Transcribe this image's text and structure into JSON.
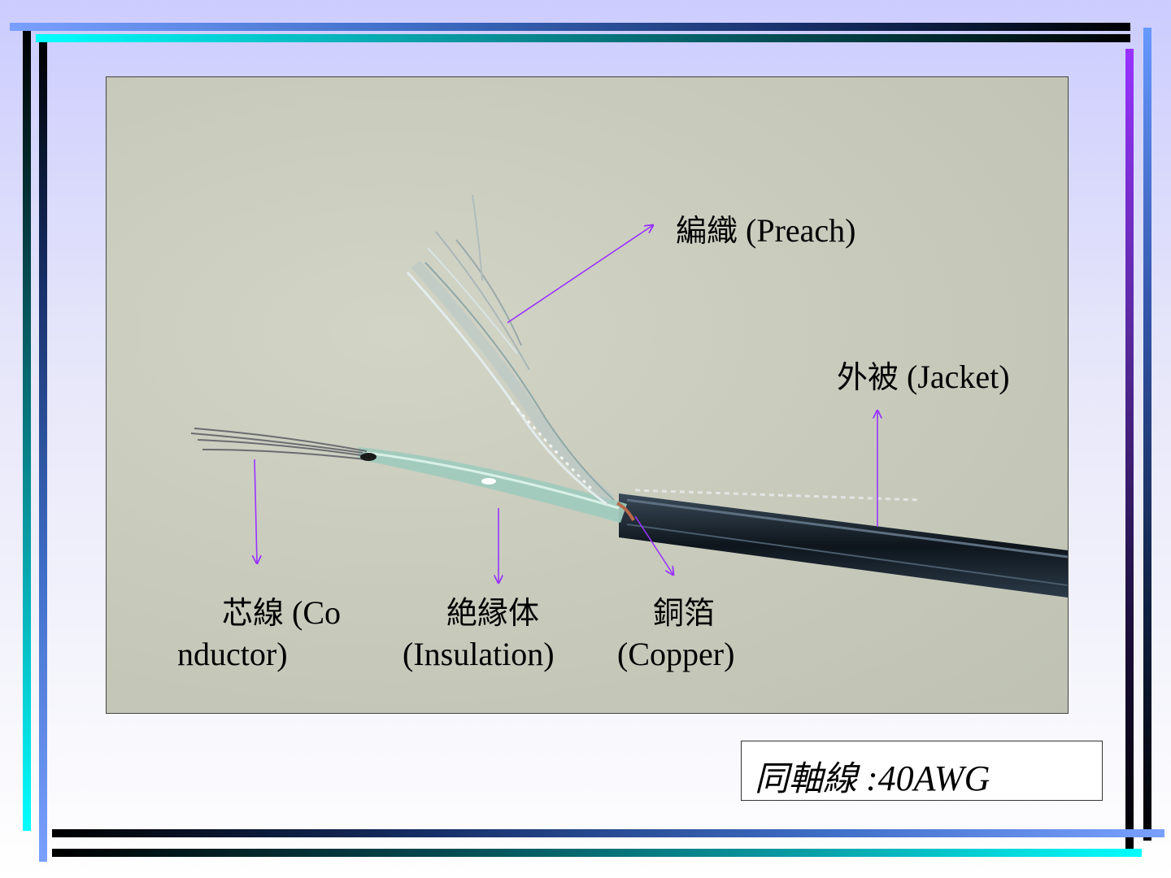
{
  "slide": {
    "labels": {
      "braid_cjk": "編織",
      "braid_en": "(Preach)",
      "jacket_cjk": "外被",
      "jacket_en": "(Jacket)",
      "conductor_line1_cjk": "芯線",
      "conductor_line1_en": "(Co",
      "conductor_line2": "nductor)",
      "insulation_cjk": "絶縁体",
      "insulation_en": "(Insulation)",
      "copper_cjk": "銅箔",
      "copper_en": "(Copper)"
    },
    "caption": {
      "cjk": "同軸線",
      "en": ":40AWG"
    },
    "colors": {
      "arrow": "#9933ff",
      "photo_background": "#c9cbbd",
      "jacket": "#16202a"
    }
  }
}
